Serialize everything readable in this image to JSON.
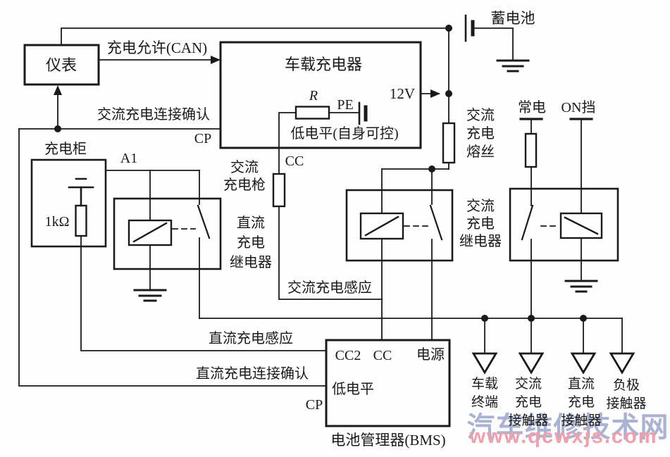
{
  "diagram": {
    "top": {
      "instrument": "仪表",
      "charge_allow_can": "充电允许(CAN)",
      "onboard_charger": "车载充电器",
      "resistor_r": "R",
      "pe": "PE",
      "voltage_12v": "12V",
      "low_level_self_control": "低电平(自身可控)",
      "cp_charger": "CP",
      "ac_connection_confirm": "交流充电连接确认",
      "battery": "蓄电池"
    },
    "left": {
      "charging_cabinet": "充电柜",
      "a1": "A1",
      "resistor_1k": "1kΩ",
      "dc_relay": "直流\n充电\n继电器"
    },
    "middle": {
      "cc": "CC",
      "ac_charge_gun": "交流\n充电枪",
      "ac_fuse": "交流\n充电\n熔丝",
      "ac_relay": "交流\n充电\n继电器",
      "ac_charge_sense": "交流充电感应"
    },
    "right": {
      "constant_power": "常电",
      "on_position": "ON挡"
    },
    "bms": {
      "dc_charge_sense": "直流充电感应",
      "dc_connection_confirm": "直流充电连接确认",
      "cp": "CP",
      "cc2": "CC2",
      "cc": "CC",
      "power": "电源",
      "low_level": "低电平",
      "name": "电池管理器(BMS)"
    },
    "contactors": {
      "t1": "车载\n终端",
      "t2": "交流\n充电\n接触器",
      "t3": "直流\n充电\n接触器",
      "t4": "负极\n接触器"
    },
    "watermark": {
      "site_name": "汽车维修技术网",
      "site_url": "www.qcwxjs.com"
    }
  },
  "colors": {
    "line": "#1a1a1a",
    "watermark_blue": "#aab3d2",
    "watermark_pink": "#f29fab"
  }
}
